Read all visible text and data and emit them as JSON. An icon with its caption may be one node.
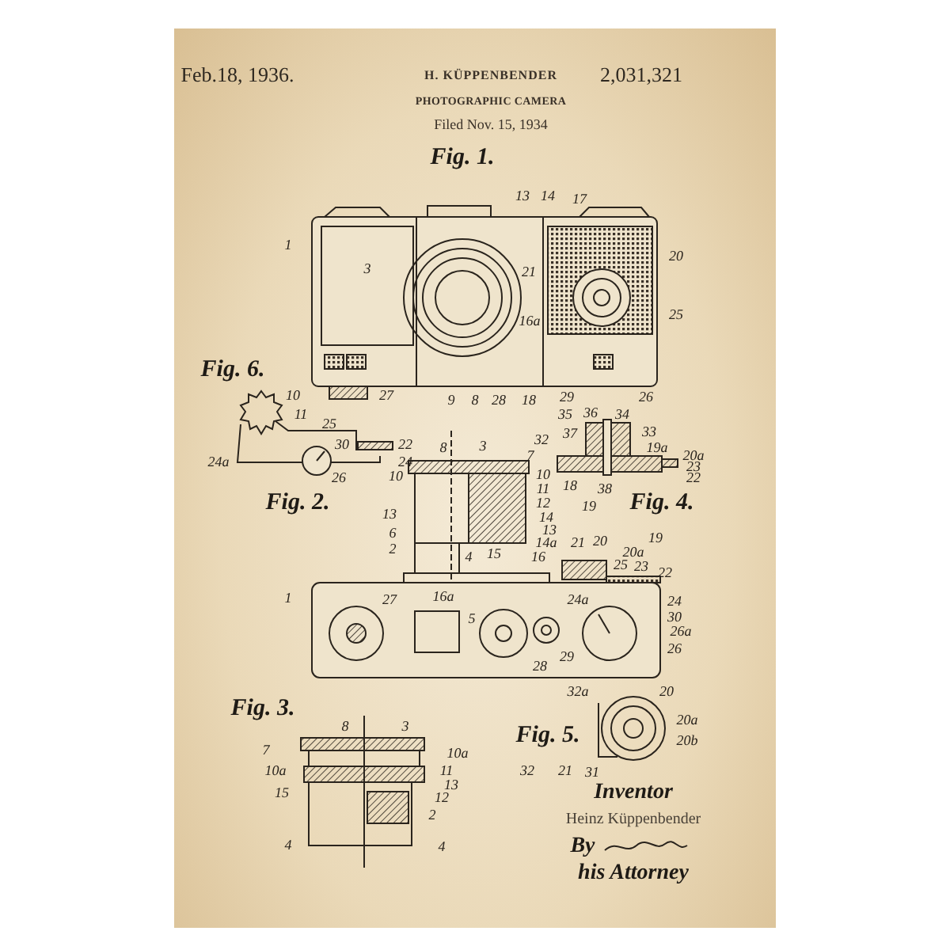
{
  "diagram": {
    "title": "PHOTOGRAPHIC CAMERA",
    "labels": [
      "Feb.18, 1936.",
      "H. KÜPPENBENDER",
      "Filed Nov. 15, 1934",
      "2,031,321",
      "Fig. 1.",
      "13",
      "14",
      "17",
      "1",
      "3",
      "20",
      "21",
      "16a",
      "25",
      "27",
      "9",
      "8",
      "28",
      "18",
      "29",
      "26",
      "Fig. 6.",
      "10",
      "11",
      "25",
      "30",
      "22",
      "24a",
      "24",
      "26",
      "35",
      "36",
      "34",
      "37",
      "33",
      "32",
      "19a",
      "20a",
      "23",
      "22",
      "18",
      "38",
      "19",
      "Fig. 4.",
      "8",
      "3",
      "7",
      "10",
      "10",
      "11",
      "Fig. 2.",
      "12",
      "13",
      "14",
      "6",
      "13",
      "14a",
      "21",
      "20",
      "19",
      "2",
      "4",
      "15",
      "16",
      "20a",
      "25",
      "23",
      "22",
      "1",
      "27",
      "16a",
      "24a",
      "24",
      "5",
      "30",
      "26a",
      "26",
      "29",
      "28",
      "Fig. 3.",
      "8",
      "3",
      "7",
      "10a",
      "10a",
      "11",
      "13",
      "15",
      "12",
      "2",
      "4",
      "4",
      "32a",
      "20",
      "Fig. 5.",
      "20a",
      "20b",
      "32",
      "21",
      "31",
      "Inventor",
      "Heinz Küppenbender",
      "By",
      "his Attorney"
    ]
  }
}
